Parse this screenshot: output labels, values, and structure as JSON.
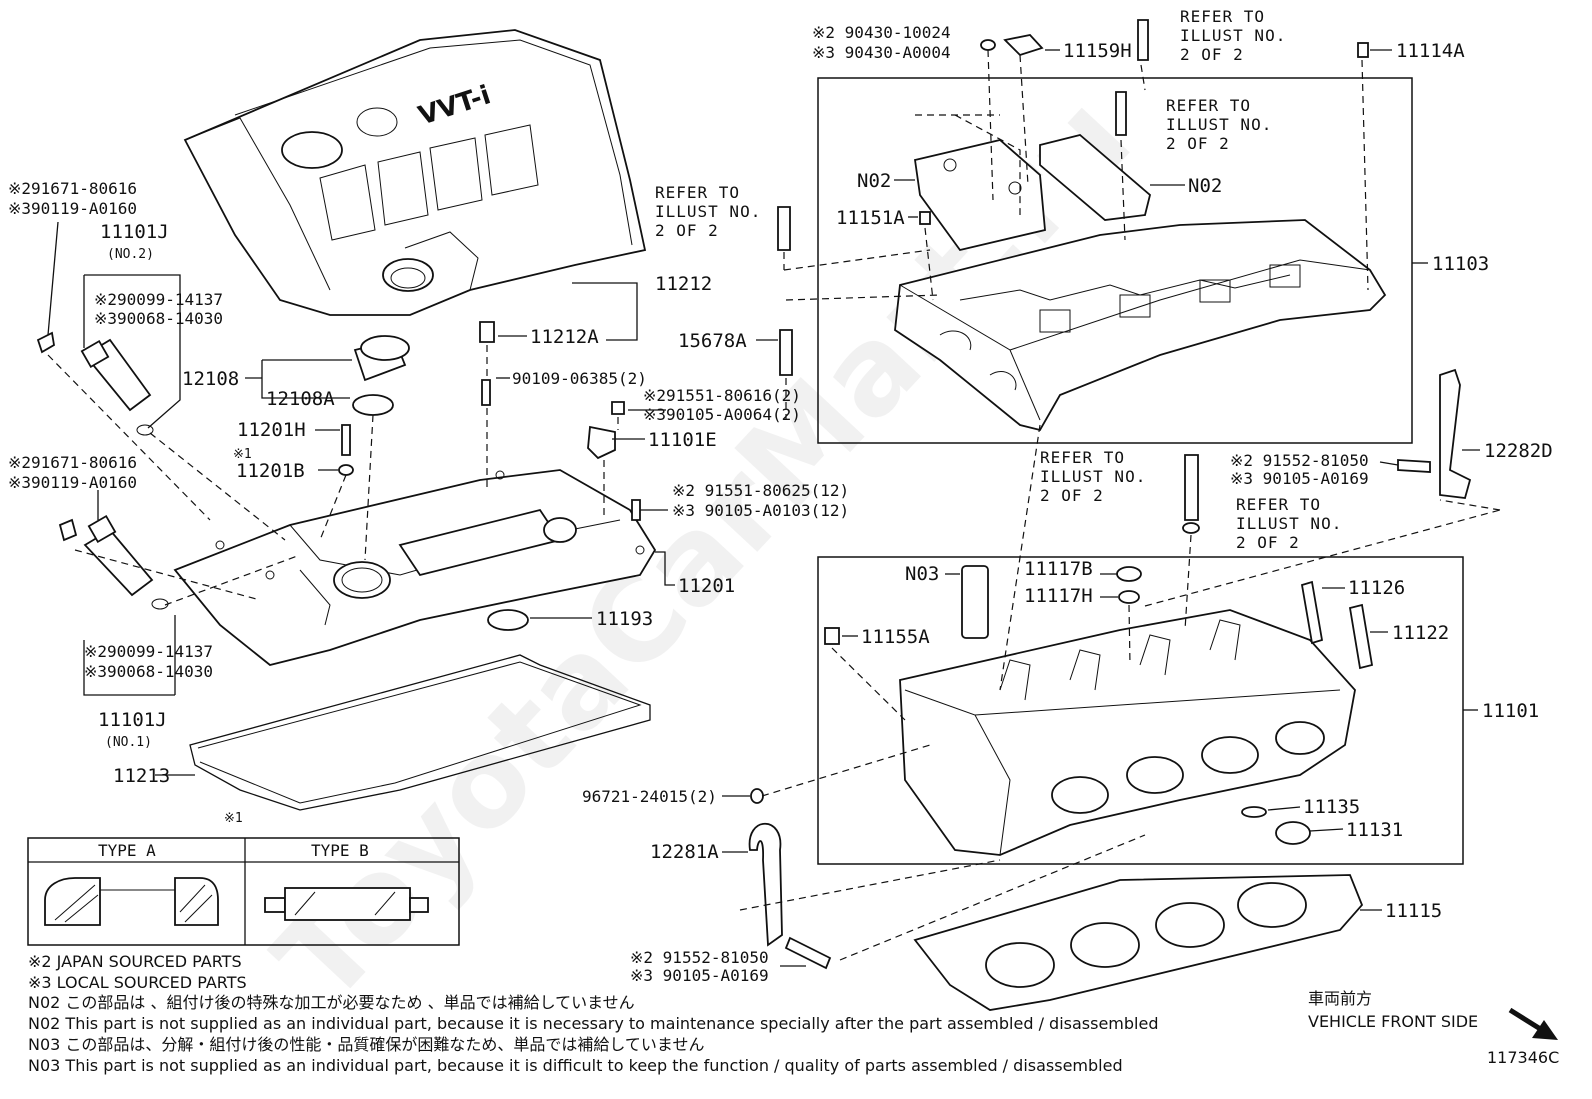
{
  "diagram_id": "117346C",
  "watermark": "ToyotaCarMart.ru",
  "parts": {
    "p11101J_no2": "11101J",
    "p11101J_no2_sub": "(NO.2)",
    "p11101J_no2_c1a": "※291671-80616",
    "p11101J_no2_c1b": "※390119-A0160",
    "p11101J_no2_c2a": "※290099-14137",
    "p11101J_no2_c2b": "※390068-14030",
    "p11101J_no1": "11101J",
    "p11101J_no1_sub": "(NO.1)",
    "p11101J_no1_c1a": "※291671-80616",
    "p11101J_no1_c1b": "※390119-A0160",
    "p11101J_no1_c2a": "※290099-14137",
    "p11101J_no1_c2b": "※390068-14030",
    "p12108": "12108",
    "p12108A": "12108A",
    "p11201H": "11201H",
    "p11201B_mark": "※1",
    "p11201B": "11201B",
    "p11212": "11212",
    "p11212A": "11212A",
    "p90109": "90109-06385(2)",
    "p11101E": "11101E",
    "p11101E_ca": "※291551-80616(2)",
    "p11101E_cb": "※390105-A0064(2)",
    "p11201_ca": "※2 91551-80625(12)",
    "p11201_cb": "※3 90105-A0103(12)",
    "p11201": "11201",
    "p11193": "11193",
    "p11213": "11213",
    "p11159H": "11159H",
    "p11159H_ca": "※2 90430-10024",
    "p11159H_cb": "※3 90430-A0004",
    "p11114A": "11114A",
    "p11151A": "11151A",
    "pN02a": "N02",
    "pN02b": "N02",
    "p11103": "11103",
    "p15678A": "15678A",
    "p12282D": "12282D",
    "p12282D_ca": "※2 91552-81050",
    "p12282D_cb": "※3 90105-A0169",
    "pN03": "N03",
    "p11117B": "11117B",
    "p11117H": "11117H",
    "p11126": "11126",
    "p11122": "11122",
    "p11155A": "11155A",
    "p11101": "11101",
    "p96721": "96721-24015(2)",
    "p11135": "11135",
    "p11131": "11131",
    "p12281A": "12281A",
    "p12281A_ca": "※2 91552-81050",
    "p12281A_cb": "※3 90105-A0169",
    "p11115": "11115"
  },
  "refer": {
    "r1": [
      "REFER TO",
      "ILLUST NO.",
      "2 OF 2"
    ],
    "r2": [
      "REFER TO",
      "ILLUST NO.",
      "2 OF 2"
    ],
    "r3": [
      "REFER TO",
      "ILLUST NO.",
      "2 OF 2"
    ],
    "r4": [
      "REFER TO",
      "ILLUST NO.",
      "2 OF 2"
    ],
    "r5": [
      "REFER TO",
      "ILLUST NO.",
      "2 OF 2"
    ]
  },
  "type_box": {
    "mark": "※1",
    "type_a": "TYPE A",
    "type_b": "TYPE B"
  },
  "legend": {
    "l1": "※2 JAPAN SOURCED PARTS",
    "l2": "※3 LOCAL SOURCED PARTS",
    "n02_jp": "N02  この部品は 、組付け後の特殊な加工が必要なため 、単品では補給していません",
    "n02_en": "N02  This part is not supplied as an individual part, because it is necessary to maintenance specially after the part assembled / disassembled",
    "n03_jp": "N03  この部品は、分解・組付け後の性能・品質確保が困難なため、単品では補給していません",
    "n03_en": "N03  This part is not supplied as an individual part, because it is difficult to keep the function / quality of parts  assembled / disassembled"
  },
  "front": {
    "jp": "車両前方",
    "en": "VEHICLE FRONT SIDE"
  },
  "cover_logo": "VVT-i"
}
